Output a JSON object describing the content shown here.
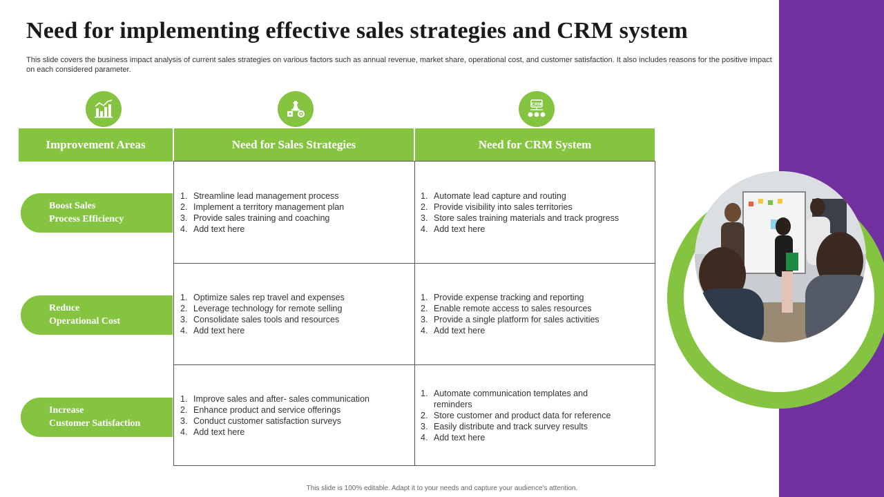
{
  "slide": {
    "title": "Need for implementing effective sales strategies and CRM system",
    "subtitle": "This slide covers the business impact analysis of current sales strategies on various factors such as annual revenue, market share, operational cost, and customer satisfaction. It also includes reasons for the positive impact on each considered parameter.",
    "footer": "This slide is 100% editable. Adapt it to your needs and capture your audience's attention."
  },
  "icons": [
    {
      "name": "bar-chart-icon"
    },
    {
      "name": "strategy-chess-icon",
      "label": ""
    },
    {
      "name": "crm-icon",
      "label": "CRM"
    }
  ],
  "table": {
    "headers": [
      "Improvement Areas",
      "Need for Sales Strategies",
      "Need for CRM System"
    ],
    "rows": [
      {
        "area_line1": "Boost Sales",
        "area_line2": "Process Efficiency",
        "sales": [
          "Streamline lead management process",
          "Implement  a territory management plan",
          "Provide  sales training and coaching",
          "Add text here"
        ],
        "crm": [
          "Automate lead capture and routing",
          "Provide  visibility into sales territories",
          "Store sales training materials and track progress",
          "Add text here"
        ]
      },
      {
        "area_line1": "Reduce",
        "area_line2": "Operational Cost",
        "sales": [
          "Optimize sales rep travel and expenses",
          "Leverage  technology for remote selling",
          "Consolidate  sales tools and resources",
          "Add text here"
        ],
        "crm": [
          "Provide  expense tracking and reporting",
          "Enable remote access to sales resources",
          "Provide  a single platform for sales activities",
          "Add text here"
        ]
      },
      {
        "area_line1": "Increase",
        "area_line2": "Customer Satisfaction",
        "sales": [
          "Improve  sales and after- sales communication",
          "Enhance product and service offerings",
          "Conduct customer satisfaction surveys",
          "Add text here"
        ],
        "crm": [
          "Automate communication templates and reminders",
          "Store customer and product data for reference",
          "Easily distribute and track survey results",
          "Add text here"
        ]
      }
    ]
  },
  "colors": {
    "accent_green": "#84c441",
    "purple_band": "#7030a0",
    "text": "#333333"
  }
}
